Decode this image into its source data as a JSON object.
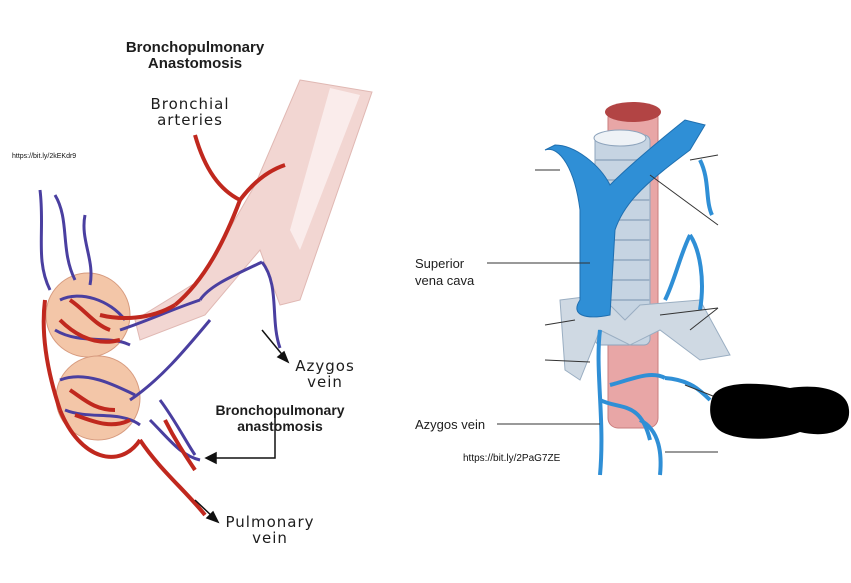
{
  "left_diagram": {
    "title": "Bronchopulmonary\nAnastomosis",
    "labels": {
      "bronchial_arteries": "Bronchial\narteries",
      "azygos_vein": "Azygos\nvein",
      "bronchopulmonary_anastomosis": "Bronchopulmonary\nanastomosis",
      "pulmonary_vein": "Pulmonary\nvein"
    },
    "source_url": "https://bit.ly/2kEKdr9"
  },
  "right_diagram": {
    "labels": {
      "superior_vena_cava": "Superior\nvena cava",
      "azygos_vein": "Azygos vein"
    },
    "source_url": "https://bit.ly/2PaG7ZE"
  },
  "colors": {
    "artery_red": "#c0281e",
    "vein_purple": "#4a3fa0",
    "vein_blue": "#2f8fd6",
    "airway_pink": "#f0d2cf",
    "redaction_black": "#000000"
  }
}
